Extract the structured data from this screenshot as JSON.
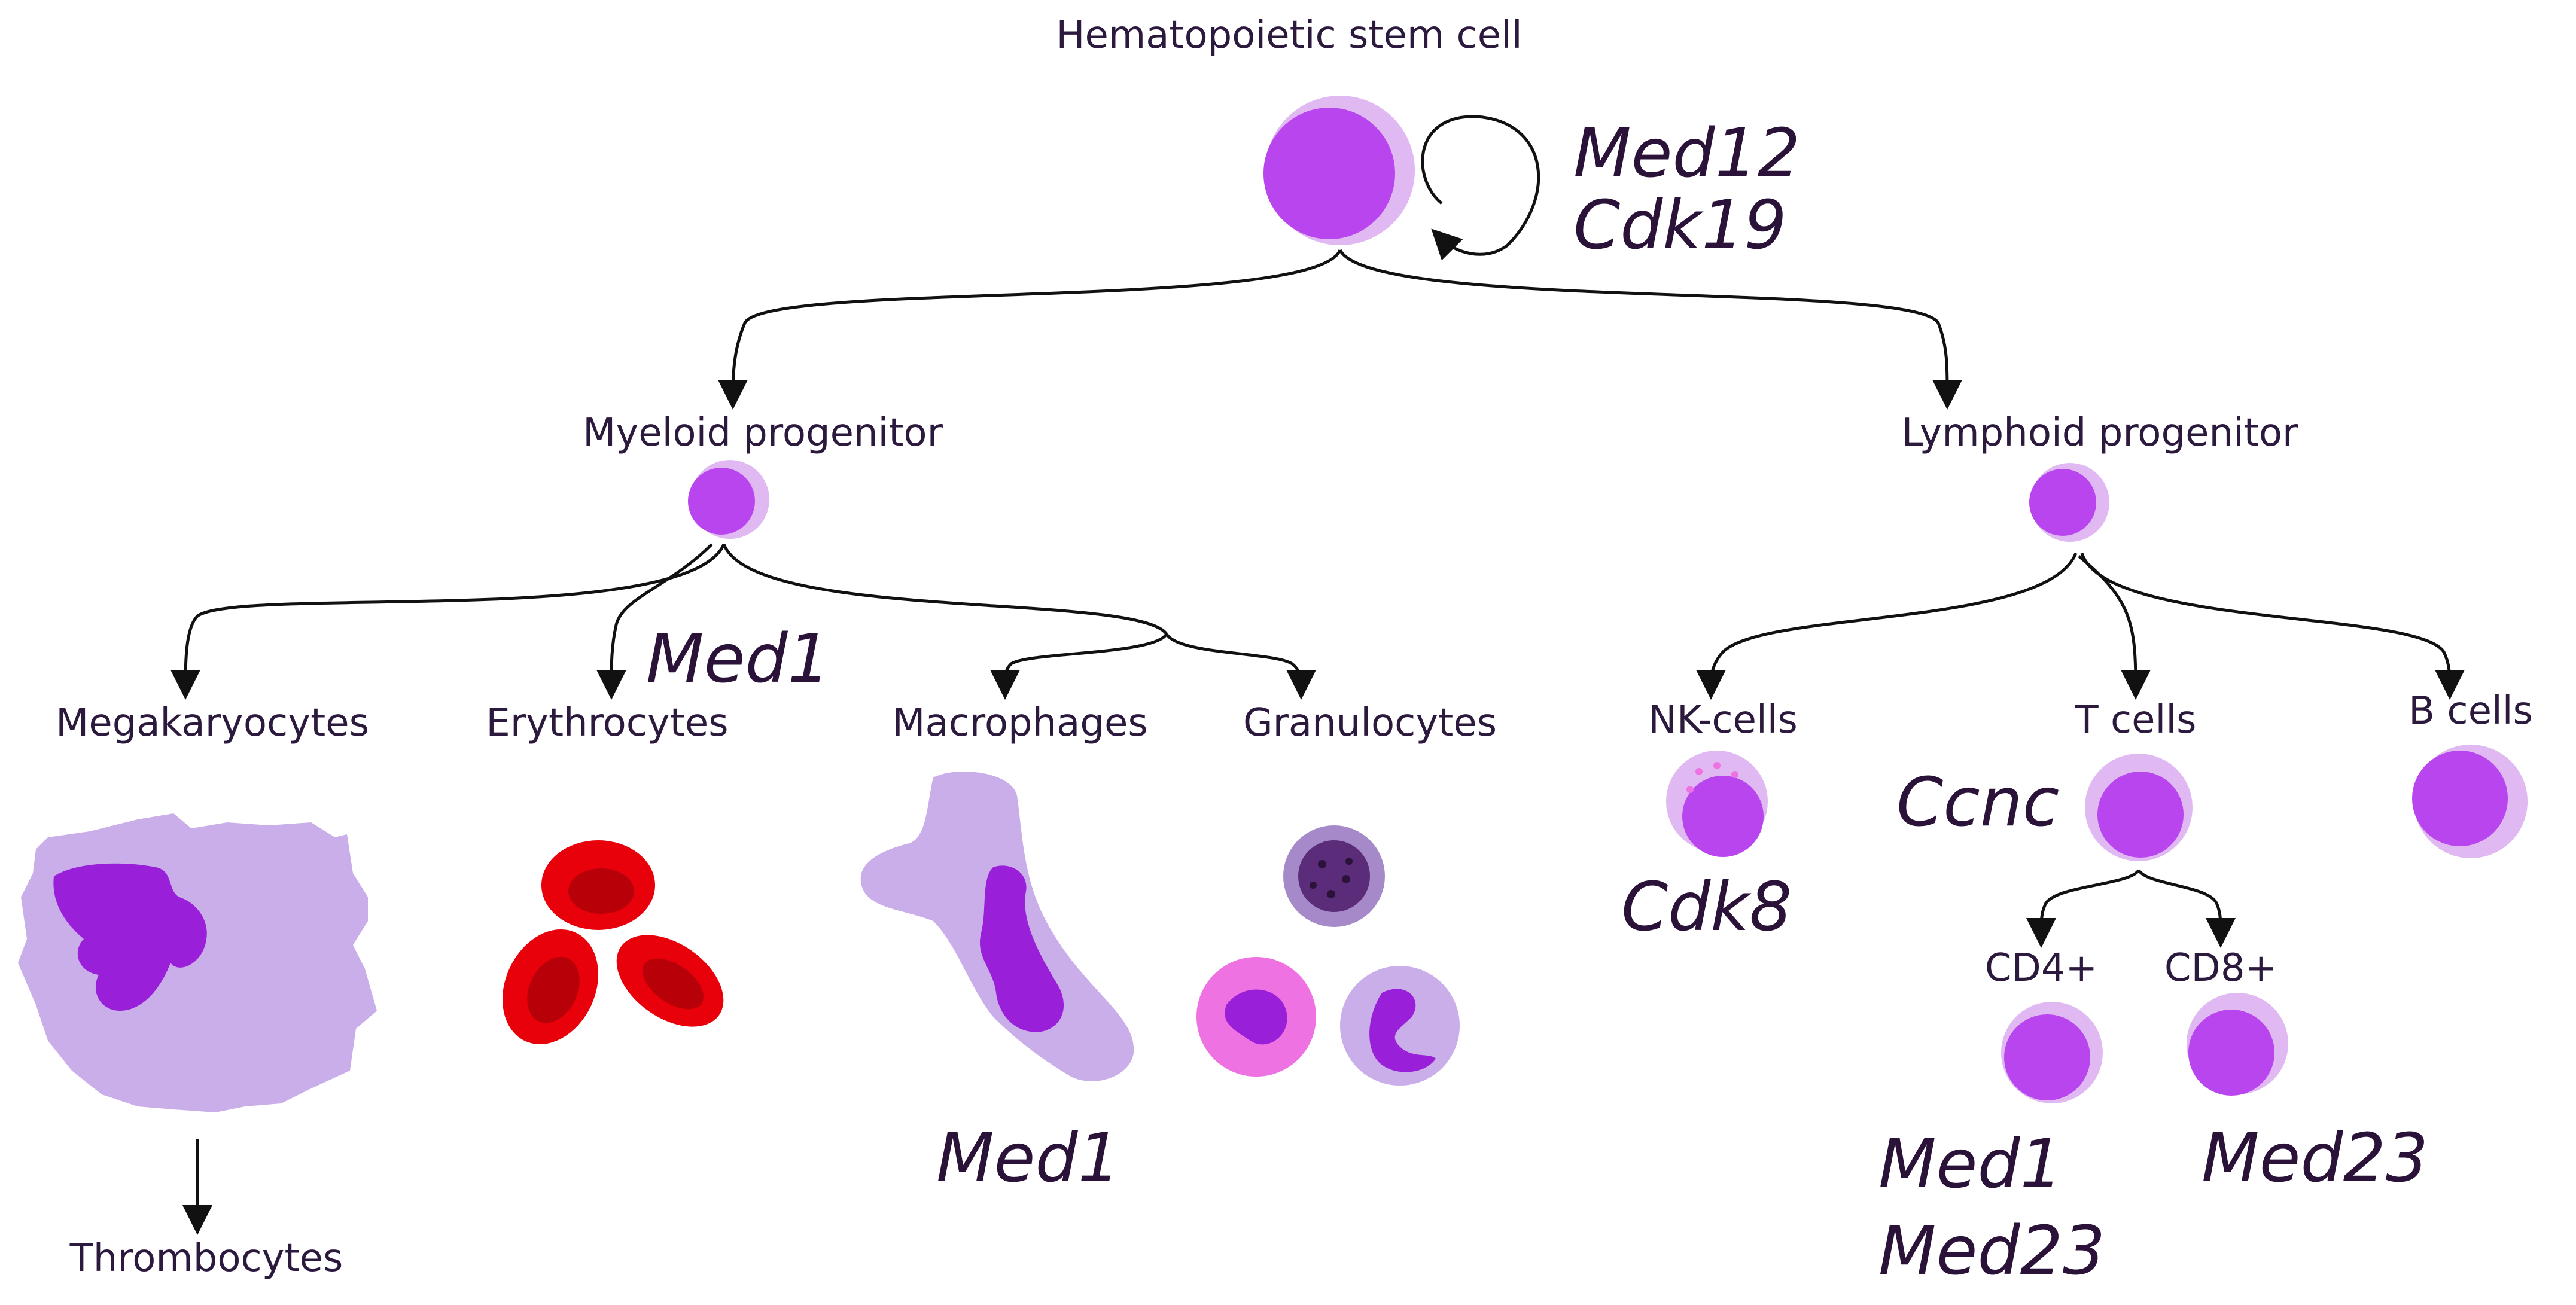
{
  "nodes": {
    "hsc": "Hematopoietic stem cell",
    "myeloid": "Myeloid progenitor",
    "lymphoid": "Lymphoid progenitor",
    "megakaryocytes": "Megakaryocytes",
    "erythrocytes": "Erythrocytes",
    "macrophages": "Macrophages",
    "granulocytes": "Granulocytes",
    "nk_cells": "NK-cells",
    "t_cells": "T cells",
    "b_cells": "B cells",
    "cd4": "CD4+",
    "cd8": "CD8+",
    "thrombocytes": "Thrombocytes"
  },
  "genes": {
    "hsc": [
      "Med12",
      "Cdk19"
    ],
    "erythrocytes": "Med1",
    "macrophages": "Med1",
    "nk_cells": "Cdk8",
    "t_cells": "Ccnc",
    "cd4": [
      "Med1",
      "Med23"
    ],
    "cd8": "Med23"
  },
  "colors": {
    "cell_light": "#e0b8f2",
    "cell_nucleus": "#b845ee",
    "megakaryocyte_body": "#c9aeea",
    "megakaryocyte_nucleus": "#9a1fd8",
    "erythrocyte": "#e8000a",
    "neutrophil": "#ef72e2",
    "gene_text": "#2a1238"
  }
}
